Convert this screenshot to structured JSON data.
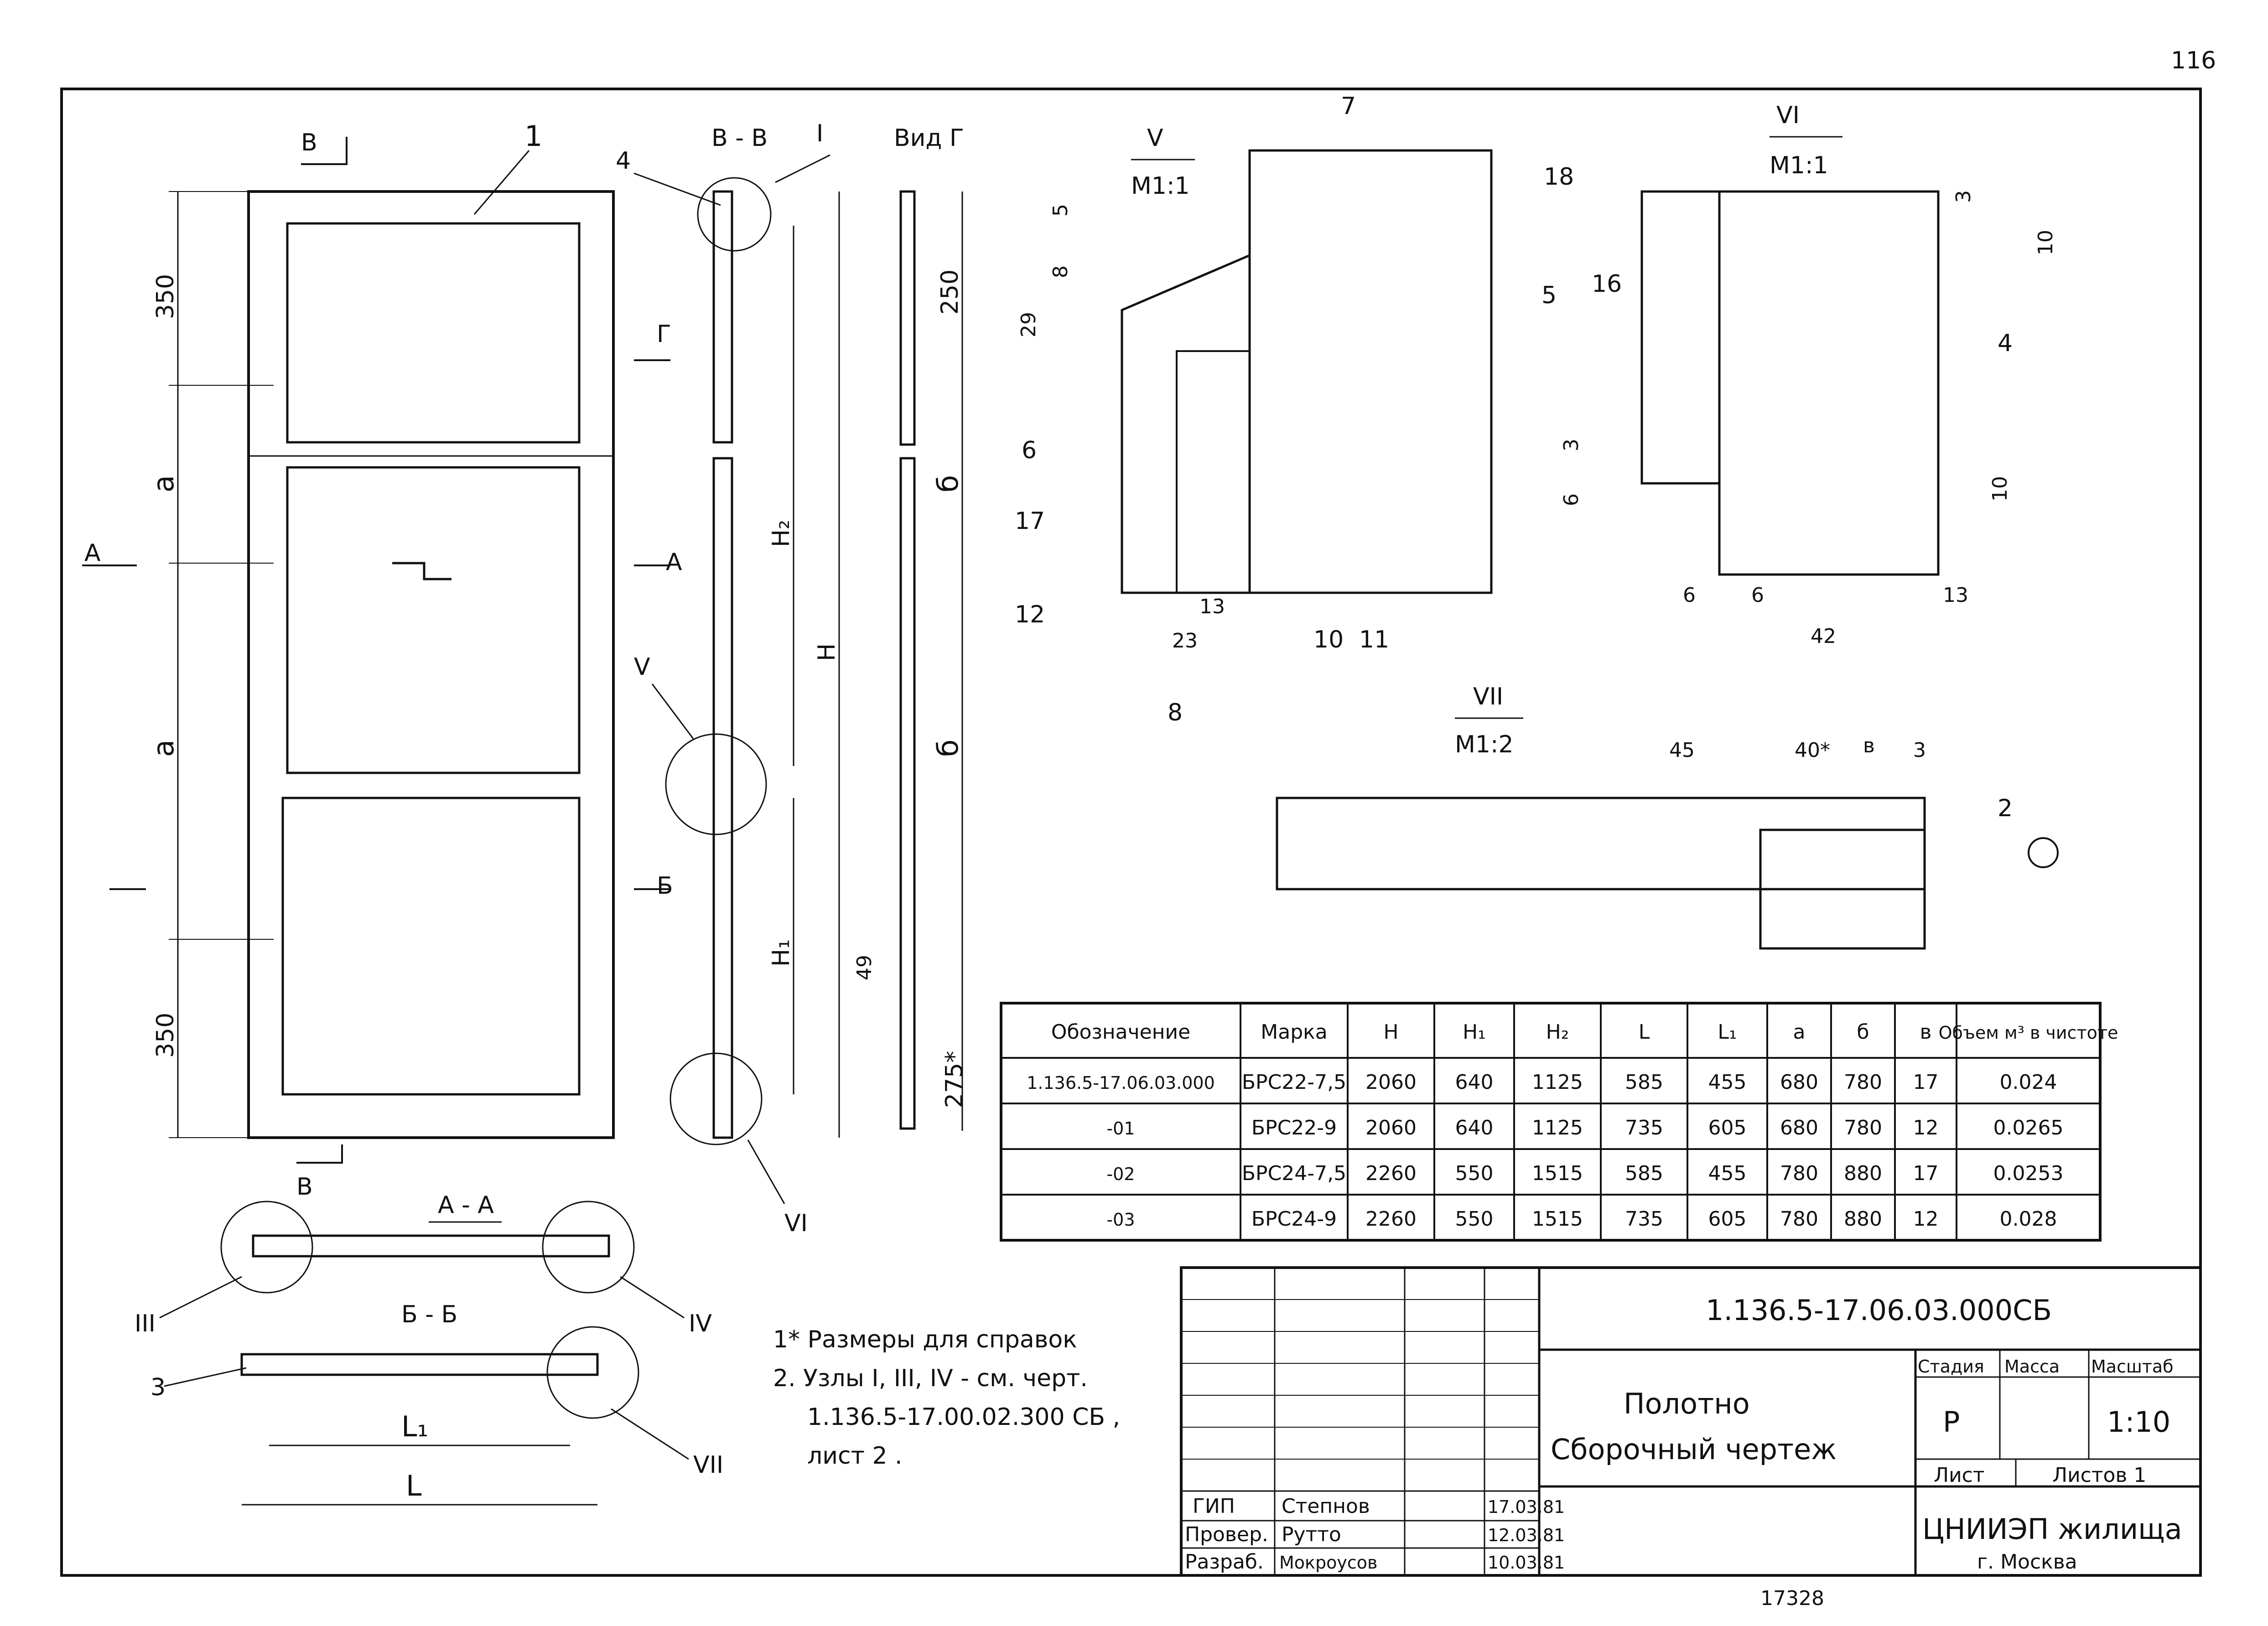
{
  "page_number": "116",
  "archive_number": "17328",
  "labels": {
    "door_leaf": "1",
    "sec_bb": "В - В",
    "node_I": "I",
    "view_g": "Вид Г",
    "cut_b_top": "В",
    "cut_b_bottom": "В",
    "cut_a": "А",
    "cut_a2": "А",
    "cut_g": "Г",
    "cut_bb": "Б",
    "sec_aa": "А - А",
    "sec_bb_plan": "Б - Б",
    "node_III": "III",
    "node_IV": "IV",
    "node_V": "V",
    "node_VI": "VI",
    "node_VII": "VII",
    "part_3": "3",
    "part_4": "4"
  },
  "dims_elevation": {
    "top_350": "350",
    "a1": "а",
    "a2": "а",
    "bottom_350": "350",
    "H": "Н",
    "H1": "Н₁",
    "H2": "Н₂",
    "d_250": "250",
    "b1": "б",
    "b2": "б",
    "d_49": "49",
    "d_275": "275*",
    "L": "L",
    "L1": "L₁"
  },
  "detail_V": {
    "title": "V",
    "scale": "М1:1",
    "dims": [
      "5",
      "8",
      "29",
      "13",
      "23"
    ],
    "parts": [
      "7",
      "18",
      "5",
      "6",
      "17",
      "12",
      "10",
      "11"
    ]
  },
  "detail_VI": {
    "title": "VI",
    "scale": "М1:1",
    "dims": [
      "3",
      "10",
      "3",
      "6",
      "10",
      "6",
      "6",
      "13",
      "42"
    ],
    "parts": [
      "16",
      "4"
    ]
  },
  "detail_VII": {
    "title": "VII",
    "scale": "М1:2",
    "dims": [
      "45",
      "40*",
      "в",
      "3"
    ],
    "parts": [
      "8",
      "2"
    ]
  },
  "table": {
    "headers": [
      "Обозначение",
      "Марка",
      "Н",
      "Н₁",
      "Н₂",
      "L",
      "L₁",
      "а",
      "б",
      "в",
      "Объем м³ в чистоте"
    ],
    "rows": [
      [
        "1.136.5-17.06.03.000",
        "БРС22-7,5",
        "2060",
        "640",
        "1125",
        "585",
        "455",
        "680",
        "780",
        "17",
        "0.024"
      ],
      [
        "-01",
        "БРС22-9",
        "2060",
        "640",
        "1125",
        "735",
        "605",
        "680",
        "780",
        "12",
        "0.0265"
      ],
      [
        "-02",
        "БРС24-7,5",
        "2260",
        "550",
        "1515",
        "585",
        "455",
        "780",
        "880",
        "17",
        "0.0253"
      ],
      [
        "-03",
        "БРС24-9",
        "2260",
        "550",
        "1515",
        "735",
        "605",
        "780",
        "880",
        "12",
        "0.028"
      ]
    ]
  },
  "notes": [
    "1* Размеры для справок",
    "2. Узлы I, III, IV - см. черт.",
    "1.136.5-17.00.02.300 СБ ,",
    "лист 2 ."
  ],
  "title_block": {
    "doc_code": "1.136.5-17.06.03.000СБ",
    "title_line1": "Полотно",
    "title_line2": "Сборочный чертеж",
    "stage_label": "Стадия",
    "mass_label": "Масса",
    "scale_label": "Масштаб",
    "stage": "Р",
    "scale": "1:10",
    "sheet_label": "Лист",
    "sheets_label": "Листов 1",
    "org_line1": "ЦНИИЭП жилища",
    "org_line2": "г. Москва",
    "roles": [
      {
        "role": "ГИП",
        "name": "Степнов",
        "date": "17.03.81"
      },
      {
        "role": "Провер.",
        "name": "Рутто",
        "date": "12.03.81"
      },
      {
        "role": "Разраб.",
        "name": "Мокроусов",
        "date": "10.03.81"
      }
    ]
  }
}
